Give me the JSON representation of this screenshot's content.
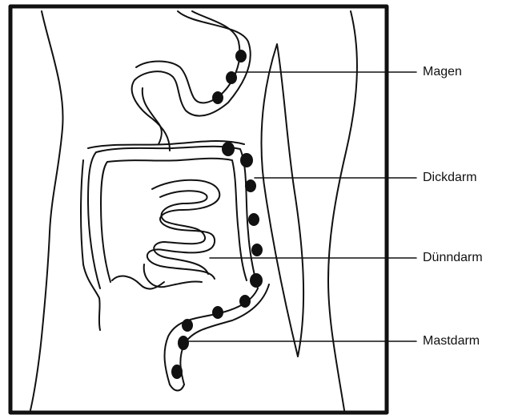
{
  "labels": {
    "stomach": "Magen",
    "large_intestine": "Dickdarm",
    "small_intestine": "Dünndarm",
    "rectum": "Mastdarm"
  },
  "colors": {
    "ink": "#111111",
    "background": "#ffffff"
  }
}
